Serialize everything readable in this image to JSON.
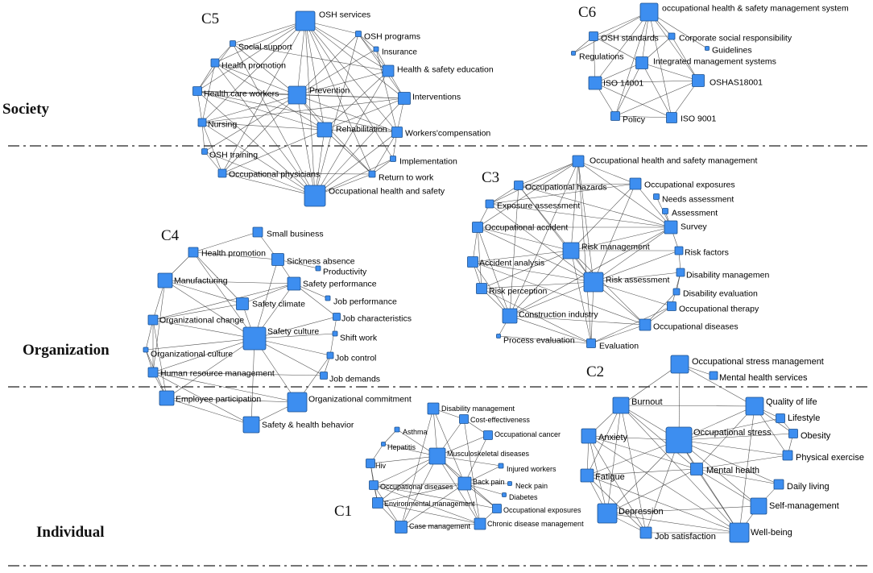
{
  "levels": {
    "society": "Society",
    "organization": "Organization",
    "individual": "Individual"
  },
  "clusters": {
    "c1": "C1",
    "c2": "C2",
    "c3": "C3",
    "c4": "C4",
    "c5": "C5",
    "c6": "C6"
  },
  "colors": {
    "node": "#3d8ef0",
    "node_border": "#1b4f8c",
    "edge": "#2a2a2a"
  },
  "nodes": [
    {
      "id": "c5_osh_services",
      "label": "OSH services"
    },
    {
      "id": "c5_social_support",
      "label": "Social support"
    },
    {
      "id": "c5_osh_programs",
      "label": "OSH programs"
    },
    {
      "id": "c5_insurance",
      "label": "Insurance"
    },
    {
      "id": "c5_health_promotion",
      "label": "Health promotion"
    },
    {
      "id": "c5_hs_education",
      "label": "Health & safety education"
    },
    {
      "id": "c5_hc_workers",
      "label": "Health care workers"
    },
    {
      "id": "c5_prevention",
      "label": "Prevention"
    },
    {
      "id": "c5_interventions",
      "label": "Interventions"
    },
    {
      "id": "c5_nursing",
      "label": "Nursing"
    },
    {
      "id": "c5_rehabilitation",
      "label": "Rehabilitation"
    },
    {
      "id": "c5_workers_comp",
      "label": "Workers'compensation"
    },
    {
      "id": "c5_osh_training",
      "label": "OSH training"
    },
    {
      "id": "c5_implementation",
      "label": "Implementation"
    },
    {
      "id": "c5_occ_physicians",
      "label": "Occupational physicians"
    },
    {
      "id": "c5_return_work",
      "label": "Return to work"
    },
    {
      "id": "c5_ohs",
      "label": "Occupational health and safety"
    },
    {
      "id": "c6_ohsms",
      "label": "occupational health & safety management system"
    },
    {
      "id": "c6_osh_standards",
      "label": "OSH standards"
    },
    {
      "id": "c6_csr",
      "label": "Corporate social responsibility"
    },
    {
      "id": "c6_guidelines",
      "label": "Guidelines"
    },
    {
      "id": "c6_regulations",
      "label": "Regulations"
    },
    {
      "id": "c6_ims",
      "label": "Integrated management systems"
    },
    {
      "id": "c6_iso14001",
      "label": "ISO 14001"
    },
    {
      "id": "c6_ohsas",
      "label": "OSHAS18001"
    },
    {
      "id": "c6_policy",
      "label": "Policy"
    },
    {
      "id": "c6_iso9001",
      "label": "ISO 9001"
    },
    {
      "id": "c3_ohsm",
      "label": "Occupational health and safety management"
    },
    {
      "id": "c3_occ_hazards",
      "label": "Occupational hazards"
    },
    {
      "id": "c3_occ_exposures",
      "label": "Occupational exposures"
    },
    {
      "id": "c3_exposure_assess",
      "label": "Exposure assessment"
    },
    {
      "id": "c3_needs_assess",
      "label": "Needs assessment"
    },
    {
      "id": "c3_assessment",
      "label": "Assessment"
    },
    {
      "id": "c3_occ_accident",
      "label": "Occupational accident"
    },
    {
      "id": "c3_survey",
      "label": "Survey"
    },
    {
      "id": "c3_risk_mgmt",
      "label": "Risk management"
    },
    {
      "id": "c3_risk_factors",
      "label": "Risk factors"
    },
    {
      "id": "c3_accident_analysis",
      "label": "Accident analysis"
    },
    {
      "id": "c3_disability_mgmt",
      "label": "Disability managemen"
    },
    {
      "id": "c3_risk_assess",
      "label": "Risk assessment"
    },
    {
      "id": "c3_risk_perception",
      "label": "Risk perception"
    },
    {
      "id": "c3_disability_eval",
      "label": "Disability evaluation"
    },
    {
      "id": "c3_construction",
      "label": "Construction industry"
    },
    {
      "id": "c3_occ_therapy",
      "label": "Occupational therapy"
    },
    {
      "id": "c3_occ_diseases",
      "label": "Occupational diseases"
    },
    {
      "id": "c3_process_eval",
      "label": "Process evaluation"
    },
    {
      "id": "c3_evaluation",
      "label": "Evaluation"
    },
    {
      "id": "c4_small_business",
      "label": "Small business"
    },
    {
      "id": "c4_health_promotion",
      "label": "Health promotion"
    },
    {
      "id": "c4_sickness_absence",
      "label": "Sickness absence"
    },
    {
      "id": "c4_productivity",
      "label": "Productivity"
    },
    {
      "id": "c4_manufacturing",
      "label": "Manufacturing"
    },
    {
      "id": "c4_safety_perf",
      "label": "Safety performance"
    },
    {
      "id": "c4_safety_climate",
      "label": "Safety climate"
    },
    {
      "id": "c4_job_perf",
      "label": "Job performance"
    },
    {
      "id": "c4_org_change",
      "label": "Organizational change"
    },
    {
      "id": "c4_job_char",
      "label": "Job characteristics"
    },
    {
      "id": "c4_safety_culture",
      "label": "Safety culture"
    },
    {
      "id": "c4_shift_work",
      "label": "Shift work"
    },
    {
      "id": "c4_org_culture",
      "label": "Organizational culture"
    },
    {
      "id": "c4_job_control",
      "label": "Job control"
    },
    {
      "id": "c4_hrm",
      "label": "Human resource management"
    },
    {
      "id": "c4_job_demands",
      "label": "Job demands"
    },
    {
      "id": "c4_emp_participation",
      "label": "Employee participation"
    },
    {
      "id": "c4_org_commitment",
      "label": "Organizational commitment"
    },
    {
      "id": "c4_sh_behavior",
      "label": "Safety & health behavior"
    },
    {
      "id": "c2_osm",
      "label": "Occupational stress management"
    },
    {
      "id": "c2_mhs",
      "label": "Mental health services"
    },
    {
      "id": "c2_burnout",
      "label": "Burnout"
    },
    {
      "id": "c2_qol",
      "label": "Quality of life"
    },
    {
      "id": "c2_lifestyle",
      "label": "Lifestyle"
    },
    {
      "id": "c2_anxiety",
      "label": "Anxiety"
    },
    {
      "id": "c2_occ_stress",
      "label": "Occupational stress"
    },
    {
      "id": "c2_obesity",
      "label": "Obesity"
    },
    {
      "id": "c2_phys_exercise",
      "label": "Physical exercise"
    },
    {
      "id": "c2_mental_health",
      "label": "Mental health"
    },
    {
      "id": "c2_fatigue",
      "label": "Fatigue"
    },
    {
      "id": "c2_daily_living",
      "label": "Daily living"
    },
    {
      "id": "c2_self_mgmt",
      "label": "Self-management"
    },
    {
      "id": "c2_depression",
      "label": "Depression"
    },
    {
      "id": "c2_job_sat",
      "label": "Job satisfaction"
    },
    {
      "id": "c2_wellbeing",
      "label": "Well-being"
    },
    {
      "id": "c1_disability_mgmt",
      "label": "Disability management"
    },
    {
      "id": "c1_cost_eff",
      "label": "Cost-effectiveness"
    },
    {
      "id": "c1_asthma",
      "label": "Asthma"
    },
    {
      "id": "c1_occ_cancer",
      "label": "Occupational cancer"
    },
    {
      "id": "c1_hepatitis",
      "label": "Hepatitis"
    },
    {
      "id": "c1_msd",
      "label": "Musculoskeletal diseases"
    },
    {
      "id": "c1_hiv",
      "label": "Hiv"
    },
    {
      "id": "c1_injured",
      "label": "Injured workers"
    },
    {
      "id": "c1_back_pain",
      "label": "Back pain"
    },
    {
      "id": "c1_neck_pain",
      "label": "Neck pain"
    },
    {
      "id": "c1_occ_diseases",
      "label": "Occupational diseases"
    },
    {
      "id": "c1_diabetes",
      "label": "Diabetes"
    },
    {
      "id": "c1_env_mgmt",
      "label": "Environmental management"
    },
    {
      "id": "c1_occ_exposures",
      "label": "Occupational exposures"
    },
    {
      "id": "c1_case_mgmt",
      "label": "Case management"
    },
    {
      "id": "c1_chronic",
      "label": "Chronic disease management"
    }
  ]
}
